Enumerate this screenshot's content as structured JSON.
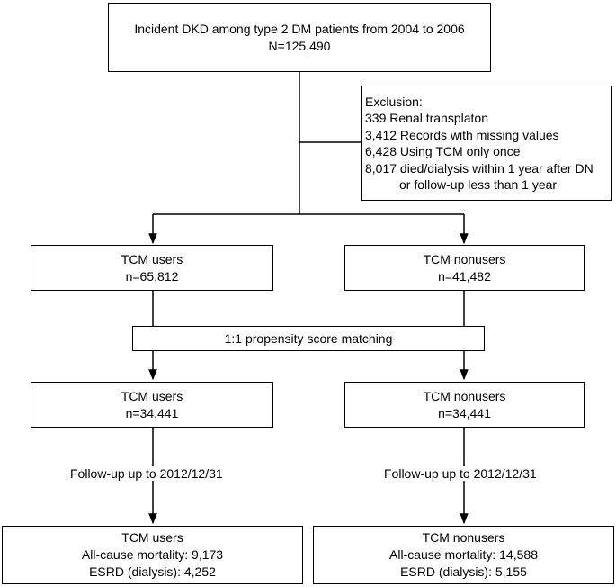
{
  "top_box": {
    "line1": "Incident DKD among type 2 DM patients from 2004 to 2006",
    "line2": "N=125,490"
  },
  "exclusion": {
    "title": "Exclusion:",
    "items": [
      "339 Renal transplaton",
      "3,412 Records with missing values",
      "6,428 Using TCM only once",
      "8,017 died/dialysis within 1 year after DN",
      "or follow-up less than 1 year"
    ]
  },
  "users_1": {
    "title": "TCM users",
    "count": "n=65,812"
  },
  "nonusers_1": {
    "title": "TCM nonusers",
    "count": "n=41,482"
  },
  "matching": {
    "label": "1:1 propensity score matching"
  },
  "users_2": {
    "title": "TCM users",
    "count": "n=34,441"
  },
  "nonusers_2": {
    "title": "TCM nonusers",
    "count": "n=34,441"
  },
  "followup": {
    "left": "Follow-up up to 2012/12/31",
    "right": "Follow-up up to 2012/12/31"
  },
  "users_3": {
    "title": "TCM users",
    "mortality": "All-cause mortality: 9,173",
    "esrd": "ESRD (dialysis): 4,252"
  },
  "nonusers_3": {
    "title": "TCM nonusers",
    "mortality": "All-cause mortality: 14,588",
    "esrd": "ESRD (dialysis): 5,155"
  }
}
